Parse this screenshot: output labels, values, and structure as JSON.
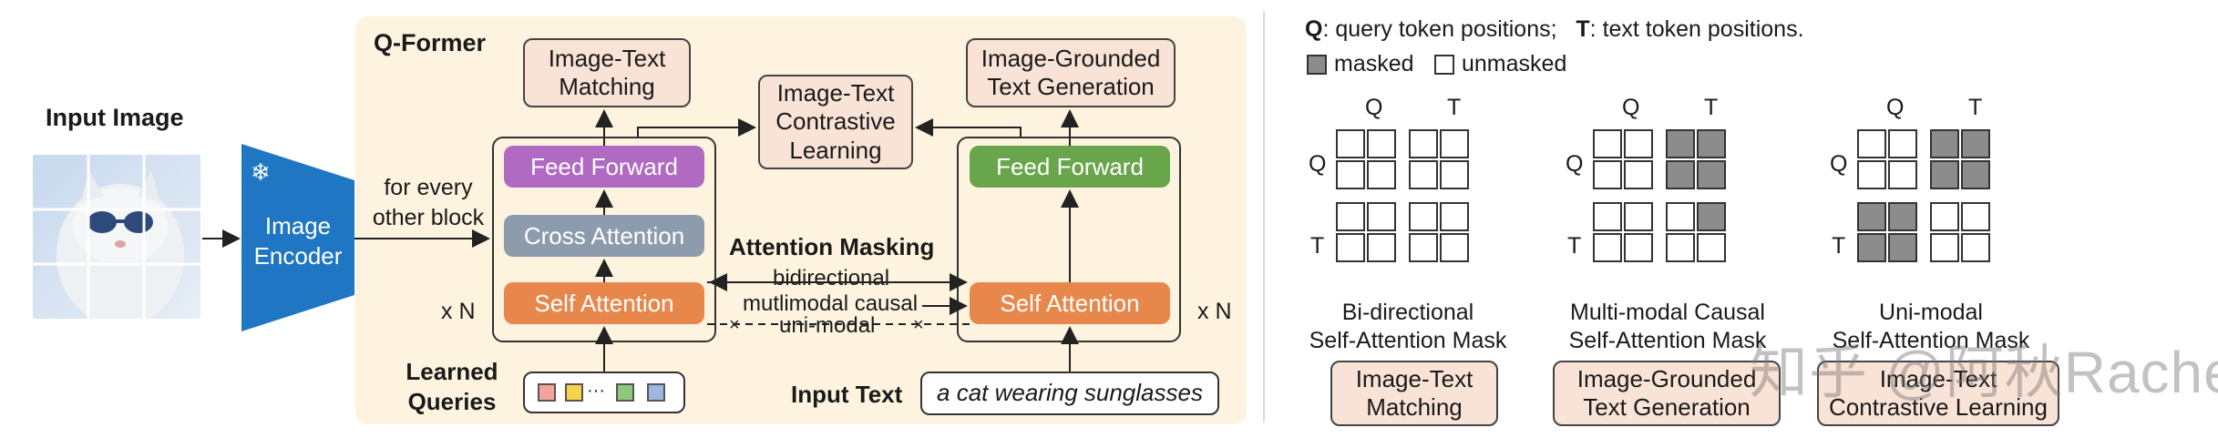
{
  "left": {
    "input_image_label": "Input Image",
    "image_encoder_label": "Image\nEncoder",
    "snow_icon": "❄",
    "for_every_label": "for every\nother block",
    "qformer_title": "Q-Former",
    "itm": "Image-Text\nMatching",
    "itc": "Image-Text\nContrastive\nLearning",
    "itg": "Image-Grounded\nText Generation",
    "feed_forward_left": "Feed Forward",
    "cross_attention": "Cross Attention",
    "self_attention_left": "Self Attention",
    "feed_forward_right": "Feed Forward",
    "self_attention_right": "Self Attention",
    "xn_left": "x N",
    "xn_right": "x N",
    "attention_masking": "Attention Masking",
    "bidirectional": "bidirectional",
    "multimodal_causal": "mutlimodal causal",
    "unimodal": "uni-modal",
    "learned_queries": "Learned\nQueries",
    "ellipsis": "···",
    "input_text_label": "Input Text",
    "input_text_value": "a cat wearing sunglasses",
    "colors": {
      "panel_bg": "#fdf3de",
      "encoder": "#1f76c3",
      "feed_forward_left": "#b06ac2",
      "cross_attention": "#8d9cad",
      "self_attention": "#e8874b",
      "feed_forward_right": "#69a54a",
      "objective": "#f9e2d6"
    }
  },
  "right": {
    "legend_q_key": "Q",
    "legend_q_text": ": query token positions;",
    "legend_t_key": "T",
    "legend_t_text": ": text token positions.",
    "masked": "masked",
    "unmasked": "unmasked",
    "q_label": "Q",
    "t_label": "T",
    "masks": [
      {
        "caption": "Bi-directional\nSelf-Attention Mask",
        "task": "Image-Text\nMatching",
        "cells": [
          0,
          0,
          0,
          0,
          0,
          0,
          0,
          0,
          0,
          0,
          0,
          0,
          0,
          0,
          0,
          0
        ]
      },
      {
        "caption": "Multi-modal Causal\nSelf-Attention Mask",
        "task": "Image-Grounded\nText Generation",
        "cells": [
          0,
          0,
          1,
          1,
          0,
          0,
          1,
          1,
          0,
          0,
          0,
          1,
          0,
          0,
          0,
          0
        ]
      },
      {
        "caption": "Uni-modal\nSelf-Attention Mask",
        "task": "Image-Text\nContrastive Learning",
        "cells": [
          0,
          0,
          1,
          1,
          0,
          0,
          1,
          1,
          1,
          1,
          0,
          0,
          1,
          1,
          0,
          0
        ]
      }
    ],
    "watermark": "知乎 @阿秋Rachel"
  }
}
